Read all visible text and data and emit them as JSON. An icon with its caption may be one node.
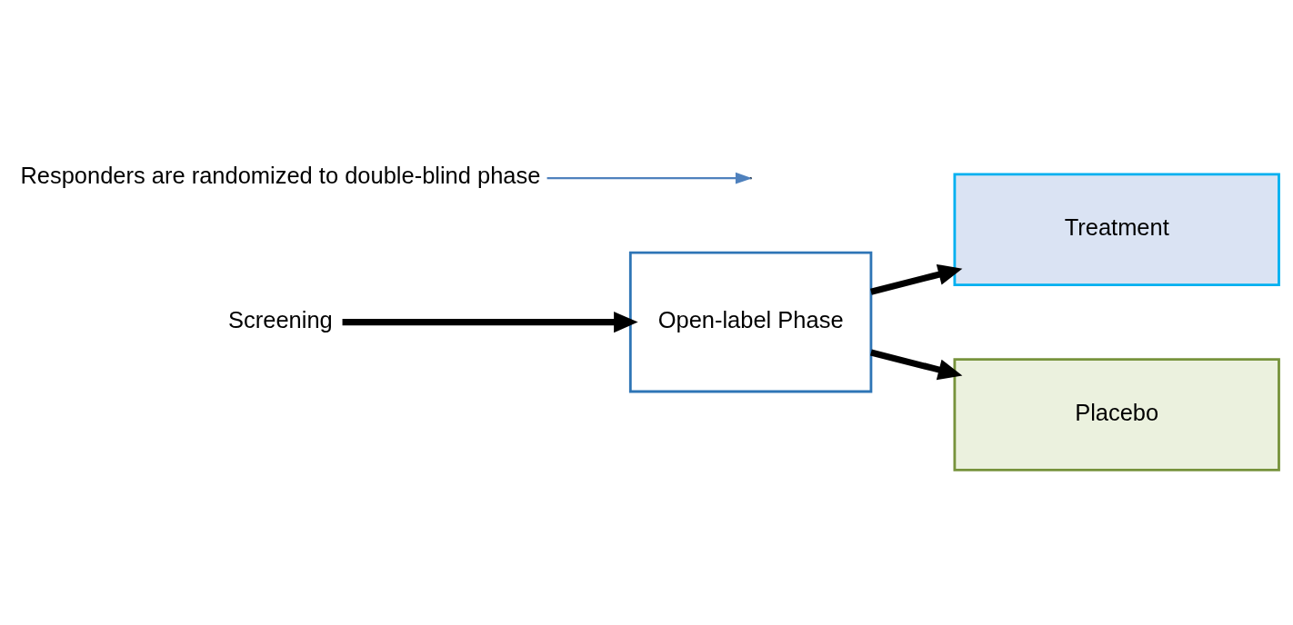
{
  "diagram": {
    "nodes": [
      {
        "text": [
          "Screening"
        ]
      },
      {
        "text": [
          "Open-label Phase"
        ]
      },
      {
        "text": [
          "Treatment"
        ]
      },
      {
        "text": [
          "Placebo"
        ]
      },
      {
        "text": [
          "Responders are randomized to double-blind phase"
        ]
      }
    ],
    "edges": [
      {
        "from": 0,
        "to": 1,
        "arrow": "to"
      },
      {
        "from": 1,
        "to": 2,
        "arrow": "to"
      },
      {
        "from": 1,
        "to": 3,
        "arrow": "to"
      },
      {
        "from": 4,
        "to": null,
        "arrow": "to",
        "color": "#4f81bd"
      }
    ]
  }
}
